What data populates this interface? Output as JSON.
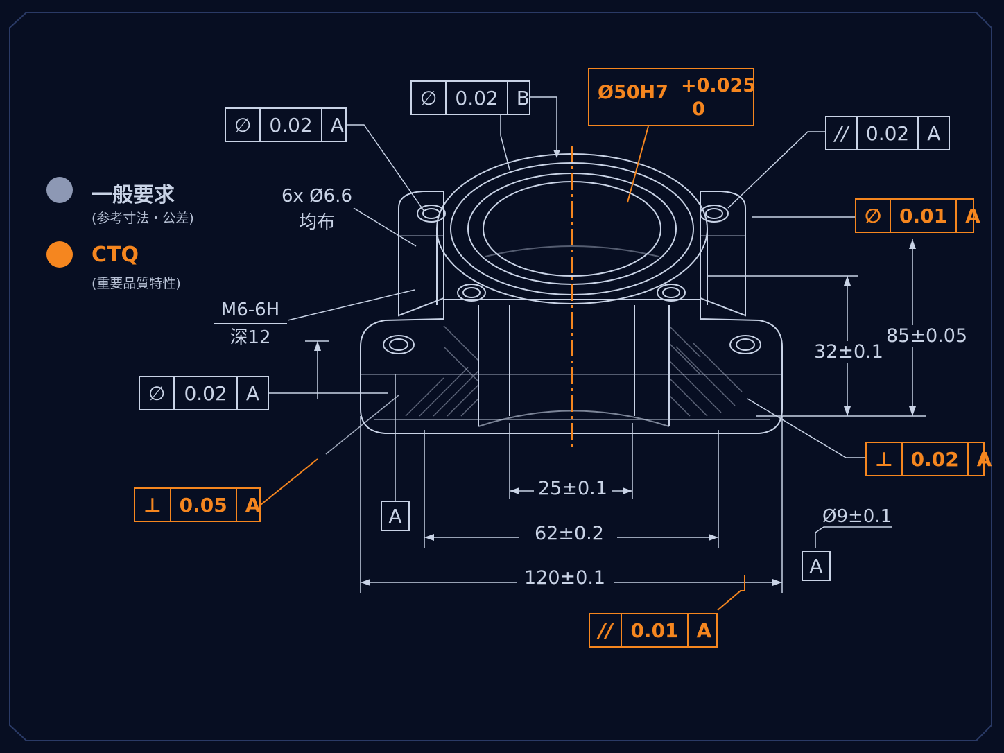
{
  "colors": {
    "background": "#070e22",
    "line": "#c9d3e6",
    "ctq": "#f5861f",
    "general": "#8d98b4"
  },
  "legend": {
    "general": {
      "title": "一般要求",
      "subtitle": "(参考寸法・公差)"
    },
    "ctq": {
      "title": "CTQ",
      "subtitle": "(重要品質特性)"
    }
  },
  "callouts": {
    "top_b": {
      "symbol": "∅",
      "tolerance": "0.02",
      "datum": "B"
    },
    "top_left_a": {
      "symbol": "∅",
      "tolerance": "0.02",
      "datum": "A"
    },
    "mid_left_a": {
      "symbol": "∅",
      "tolerance": "0.02",
      "datum": "A"
    },
    "right_parallel": {
      "symbol": "//",
      "tolerance": "0.02",
      "datum": "A"
    },
    "right_ctq_position": {
      "symbol": "∅",
      "tolerance": "0.01",
      "datum": "A"
    },
    "right_ctq_perp": {
      "symbol": "⊥",
      "tolerance": "0.02",
      "datum": "A"
    },
    "left_ctq_perp": {
      "symbol": "⊥",
      "tolerance": "0.05",
      "datum": "A"
    },
    "bottom_ctq_parallel": {
      "symbol": "//",
      "tolerance": "0.01",
      "datum": "A"
    }
  },
  "bore": {
    "size": "Ø50H7",
    "upper": "+0.025",
    "lower": "0"
  },
  "notes": {
    "holes_line1": "6x  Ø6.6",
    "holes_line2": "均布",
    "thread_line1": "M6-6H",
    "thread_line2": "深12",
    "boss_dia": "Ø9±0.1"
  },
  "dimensions": {
    "d25": "25±0.1",
    "d62": "62±0.2",
    "d120": "120±0.1",
    "d32": "32±0.1",
    "d85": "85±0.05"
  },
  "datums": {
    "left": "A",
    "right": "A"
  }
}
